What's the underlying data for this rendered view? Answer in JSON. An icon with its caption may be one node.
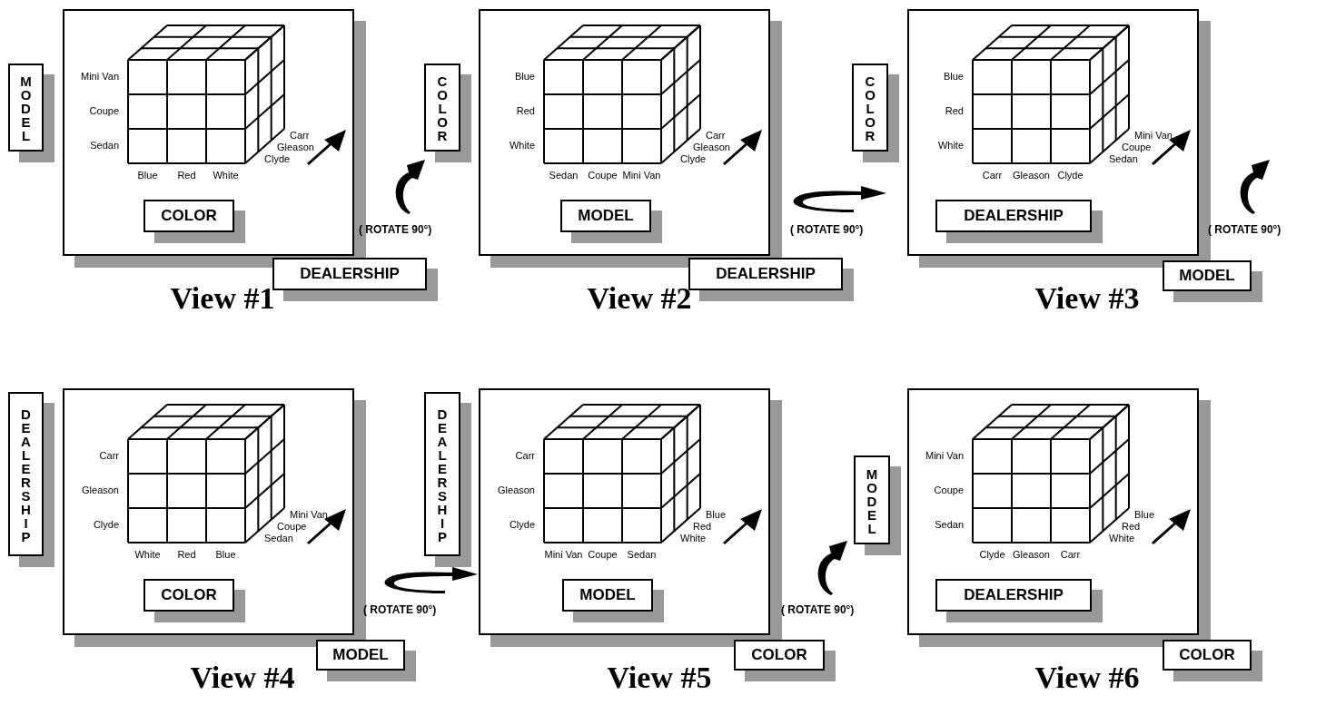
{
  "diagram": {
    "nodes": [
      {
        "text": [
          "MODEL"
        ]
      },
      {
        "text": [
          "View #1"
        ]
      },
      {
        "text": [
          "COLOR"
        ],
        "in": 1
      },
      {
        "text": [
          "DEALERSHIP"
        ]
      },
      {
        "text": [
          "COLOR"
        ]
      },
      {
        "text": [
          "View #2"
        ]
      },
      {
        "text": [
          "MODEL"
        ],
        "in": 5
      },
      {
        "text": [
          "DEALERSHIP"
        ]
      },
      {
        "text": [
          "COLOR"
        ]
      },
      {
        "text": [
          "View #3"
        ]
      },
      {
        "text": [
          "DEALERSHIP"
        ],
        "in": 9
      },
      {
        "text": [
          "MODEL"
        ]
      },
      {
        "text": [
          "DEALERSHIP"
        ]
      },
      {
        "text": [
          "View #4"
        ]
      },
      {
        "text": [
          "COLOR"
        ],
        "in": 13
      },
      {
        "text": [
          "MODEL"
        ]
      },
      {
        "text": [
          "DEALERSHIP"
        ]
      },
      {
        "text": [
          "View #5"
        ]
      },
      {
        "text": [
          "MODEL"
        ],
        "in": 17
      },
      {
        "text": [
          "COLOR"
        ]
      },
      {
        "text": [
          "MODEL"
        ]
      },
      {
        "text": [
          "View #6"
        ]
      },
      {
        "text": [
          "DEALERSHIP"
        ],
        "in": 21
      },
      {
        "text": [
          "COLOR"
        ]
      }
    ],
    "labels": [
      "Mini Van",
      "Coupe",
      "Sedan",
      "Blue",
      "Red",
      "White",
      "Carr",
      "Gleason",
      "Clyde",
      "( ROTATE 90°)",
      "Blue",
      "Red",
      "White",
      "Sedan",
      "Coupe",
      "Mini Van",
      "Carr",
      "Gleason",
      "Clyde",
      "( ROTATE 90°)",
      "Blue",
      "Red",
      "White",
      "Carr",
      "Gleason",
      "Clyde",
      "Mini Van",
      "Coupe",
      "Sedan",
      "( ROTATE 90°)",
      "Carr",
      "Gleason",
      "Clyde",
      "White",
      "Red",
      "Blue",
      "Mini Van",
      "Coupe",
      "Sedan",
      "( ROTATE 90°)",
      "Carr",
      "Gleason",
      "Clyde",
      "Mini Van",
      "Coupe",
      "Sedan",
      "Blue",
      "Red",
      "White",
      "( ROTATE 90°)",
      "Mini Van",
      "Coupe",
      "Sedan",
      "Clyde",
      "Gleason",
      "Carr",
      "Blue",
      "Red",
      "White"
    ]
  }
}
